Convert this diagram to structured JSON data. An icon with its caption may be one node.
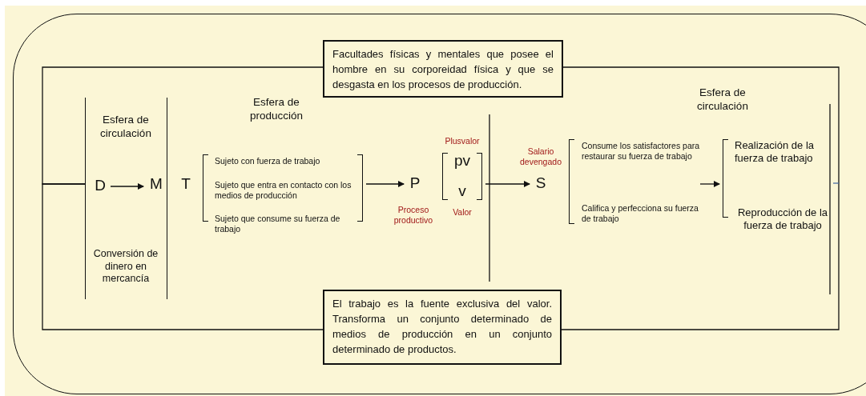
{
  "diagram": {
    "nodes": [
      {
        "text": [
          "Facultades físicas y mentales que posee el hombre en su corporeidad física y que se desgasta en los procesos de producción."
        ]
      },
      {
        "text": [
          "Esfera de circulación",
          "Conversión de dinero en mercancía"
        ]
      },
      {
        "text": [
          "D"
        ],
        "in": 1
      },
      {
        "text": [
          "M"
        ],
        "in": 1
      },
      {
        "text": [
          "T"
        ]
      },
      {
        "text": [
          "Sujeto con fuerza de trabajo",
          "Sujeto que entra en contacto con los medios de producción",
          "Sujeto que consume su fuerza de trabajo"
        ]
      },
      {
        "text": [
          "P"
        ],
        "beside": [
          "Proceso productivo"
        ]
      },
      {
        "text": [
          "pv",
          "v"
        ],
        "beside": [
          "Plusvalor",
          "Valor"
        ]
      },
      {
        "text": [
          "S"
        ],
        "beside": [
          "Salario devengado"
        ]
      },
      {
        "text": [
          "Consume los satisfactores para restaurar su fuerza de trabajo",
          "Califica y perfecciona su fuerza de trabajo"
        ]
      },
      {
        "text": [
          "Realización de la fuerza de trabajo",
          "Reproducción de la fuerza de trabajo"
        ]
      },
      {
        "text": [
          "El trabajo es la fuente exclusiva del valor. Transforma un conjunto determinado de medios de producción en un conjunto determinado de productos."
        ]
      }
    ],
    "edges": [
      {
        "from": 0,
        "to": 1,
        "arrow": "none"
      },
      {
        "from": 11,
        "to": 1,
        "arrow": "none"
      },
      {
        "from": 0,
        "to": 11,
        "arrow": "none"
      },
      {
        "from": 2,
        "to": 3,
        "arrow": "to"
      },
      {
        "from": 5,
        "to": 6,
        "arrow": "to"
      },
      {
        "from": 7,
        "to": 8,
        "arrow": "to"
      },
      {
        "from": 9,
        "to": 10,
        "arrow": "to"
      },
      {
        "from": 10,
        "to": null,
        "arrow": "none",
        "color": "#4a6fa5"
      }
    ],
    "labels": [
      "Esfera de producción",
      "Esfera de circulación"
    ]
  }
}
